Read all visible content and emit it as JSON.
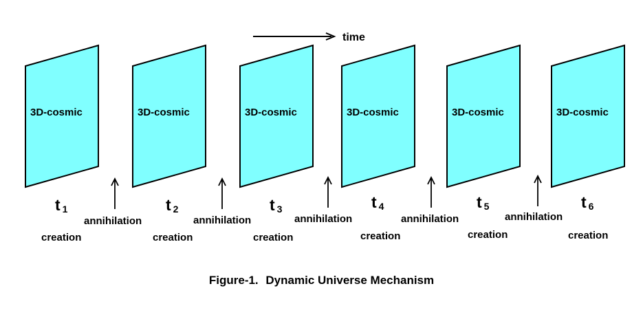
{
  "time_label": "time",
  "panel_label": "3D-cosmic",
  "panel_color": "#80FFFF",
  "panel_border": "#000000",
  "times": [
    {
      "letter": "t",
      "sub": "1"
    },
    {
      "letter": "t",
      "sub": "2"
    },
    {
      "letter": "t",
      "sub": "3"
    },
    {
      "letter": "t",
      "sub": "4"
    },
    {
      "letter": "t",
      "sub": "5"
    },
    {
      "letter": "t",
      "sub": "6"
    }
  ],
  "annihilation_label": "annihilation",
  "creation_label": "creation",
  "caption": {
    "prefix": "Figure-1.",
    "title": "Dynamic Universe Mechanism"
  }
}
